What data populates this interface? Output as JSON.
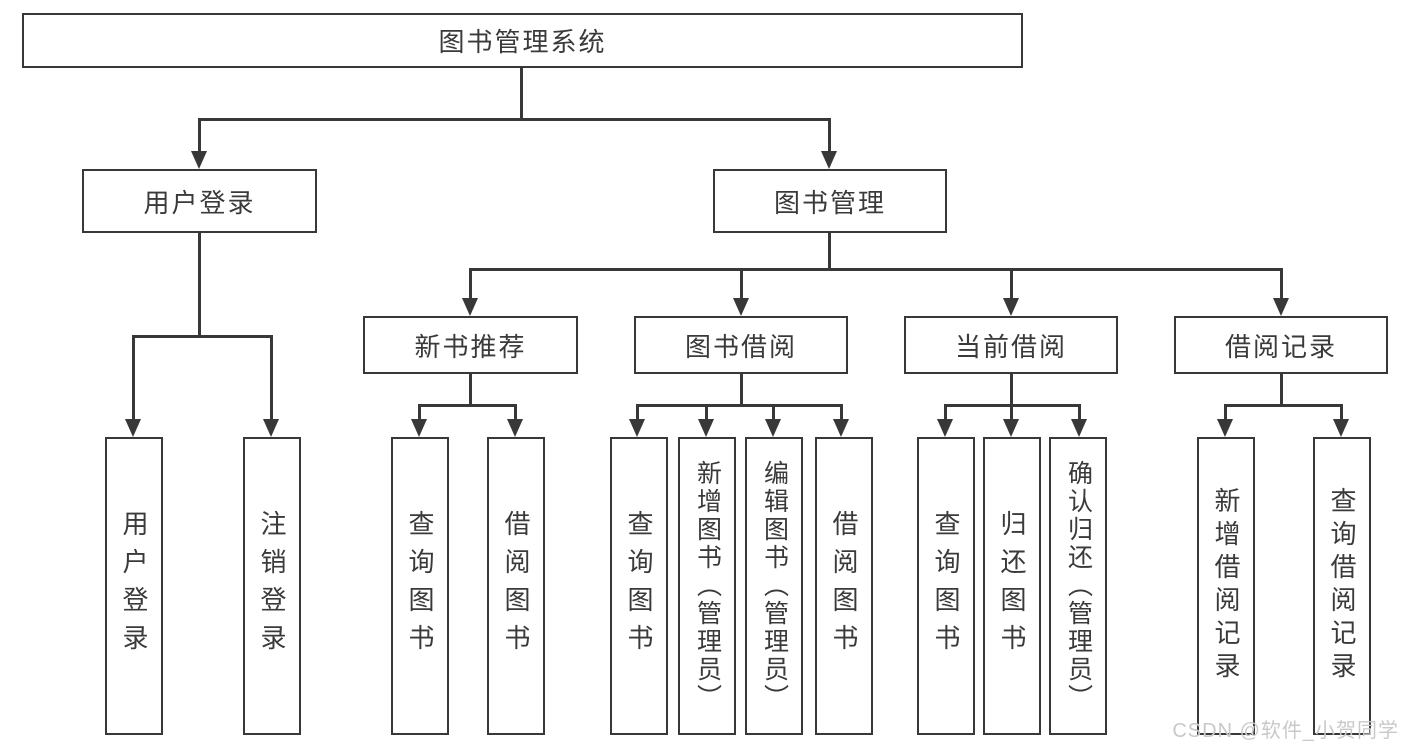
{
  "diagram": {
    "root": {
      "label": "图书管理系统"
    },
    "branches": [
      {
        "label": "用户登录",
        "children": [
          {
            "label": "用户登录"
          },
          {
            "label": "注销登录"
          }
        ]
      },
      {
        "label": "图书管理",
        "children": [
          {
            "label": "新书推荐",
            "children": [
              {
                "label": "查询图书"
              },
              {
                "label": "借阅图书"
              }
            ]
          },
          {
            "label": "图书借阅",
            "children": [
              {
                "label": "查询图书"
              },
              {
                "label": "新增图书（管理员）"
              },
              {
                "label": "编辑图书（管理员）"
              },
              {
                "label": "借阅图书"
              }
            ]
          },
          {
            "label": "当前借阅",
            "children": [
              {
                "label": "查询图书"
              },
              {
                "label": "归还图书"
              },
              {
                "label": "确认归还（管理员）"
              }
            ]
          },
          {
            "label": "借阅记录",
            "children": [
              {
                "label": "新增借阅记录"
              },
              {
                "label": "查询借阅记录"
              }
            ]
          }
        ]
      }
    ]
  },
  "watermark": {
    "text": "CSDN @软件_小贺同学"
  },
  "colors": {
    "line": "#383838",
    "text": "#3a3a3a",
    "background": "#ffffff",
    "watermark": "#c9c9c9"
  }
}
